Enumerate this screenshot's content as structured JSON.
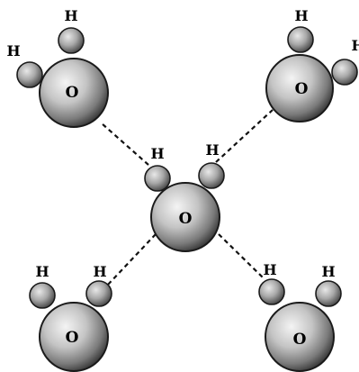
{
  "diagram": {
    "molecules": [
      {
        "id": "center",
        "atom": "O",
        "hydrogens": [
          "H",
          "H"
        ]
      },
      {
        "id": "top-left",
        "atom": "O",
        "hydrogens": [
          "H",
          "H"
        ]
      },
      {
        "id": "top-right",
        "atom": "O",
        "hydrogens": [
          "H",
          "H"
        ]
      },
      {
        "id": "bottom-left",
        "atom": "O",
        "hydrogens": [
          "H",
          "H"
        ]
      },
      {
        "id": "bottom-right",
        "atom": "O",
        "hydrogens": [
          "H",
          "H"
        ]
      }
    ],
    "hydrogen_bonds": [
      {
        "from": "center",
        "to": "top-left",
        "style": "dashed"
      },
      {
        "from": "center",
        "to": "top-right",
        "style": "dashed"
      },
      {
        "from": "center",
        "to": "bottom-left",
        "style": "dashed"
      },
      {
        "from": "center",
        "to": "bottom-right",
        "style": "dashed"
      }
    ],
    "colors": {
      "bond": "#111111",
      "atom_light": "#f2f2f2",
      "atom_dark": "#3a3a3a",
      "label": "#000000"
    }
  }
}
